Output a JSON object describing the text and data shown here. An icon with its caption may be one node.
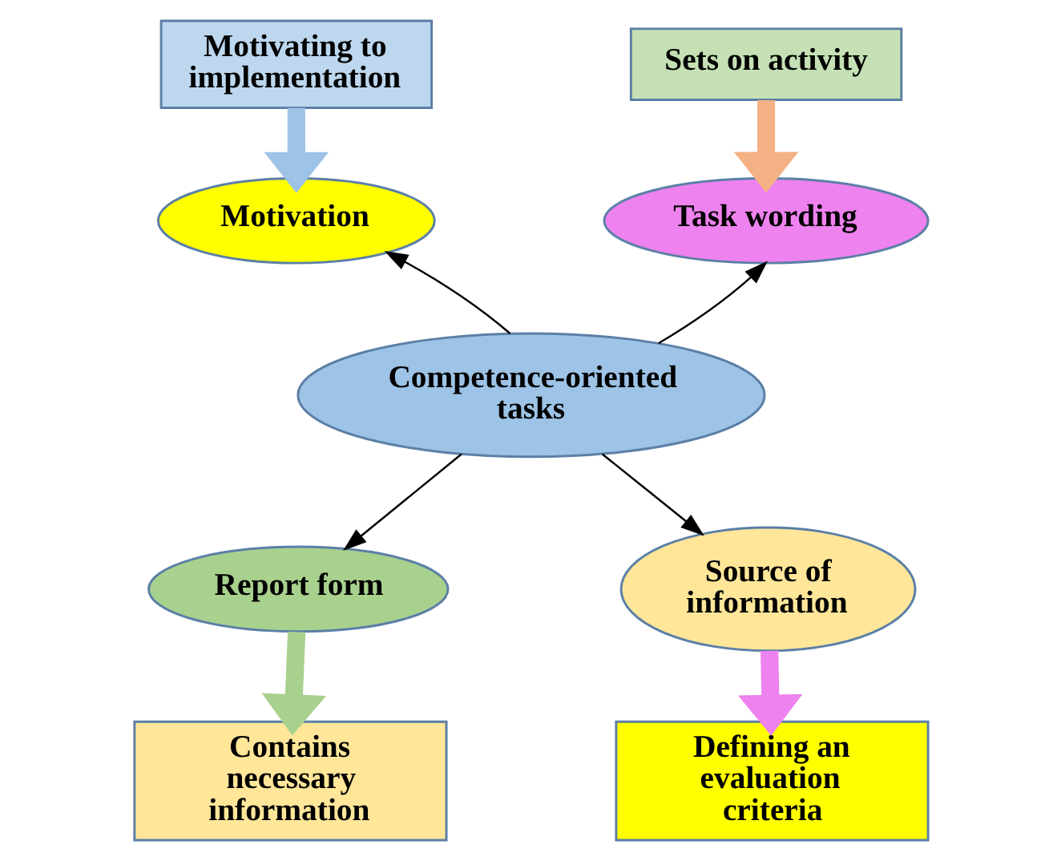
{
  "diagram": {
    "nodes": [
      {
        "text": [
          "Motivating to implementation"
        ]
      },
      {
        "text": [
          "Sets on activity"
        ]
      },
      {
        "text": [
          "Motivation"
        ]
      },
      {
        "text": [
          "Task wording"
        ]
      },
      {
        "text": [
          "Competence-oriented tasks"
        ]
      },
      {
        "text": [
          "Report form"
        ]
      },
      {
        "text": [
          "Source of information"
        ]
      },
      {
        "text": [
          "Contains necessary information"
        ]
      },
      {
        "text": [
          "Defining an evaluation criteria"
        ]
      }
    ],
    "edges": [
      {
        "from": 0,
        "to": 2,
        "arrow": "to",
        "style": "thick",
        "color": "#9dc3e6"
      },
      {
        "from": 1,
        "to": 3,
        "arrow": "to",
        "style": "thick",
        "color": "#f4b183"
      },
      {
        "from": 4,
        "to": 2,
        "arrow": "to"
      },
      {
        "from": 4,
        "to": 3,
        "arrow": "to"
      },
      {
        "from": 4,
        "to": 5,
        "arrow": "to"
      },
      {
        "from": 4,
        "to": 6,
        "arrow": "to"
      },
      {
        "from": 5,
        "to": 7,
        "arrow": "to",
        "style": "thick",
        "color": "#a9d18e"
      },
      {
        "from": 6,
        "to": 8,
        "arrow": "to",
        "style": "thick",
        "color": "#ee82ee"
      }
    ]
  }
}
